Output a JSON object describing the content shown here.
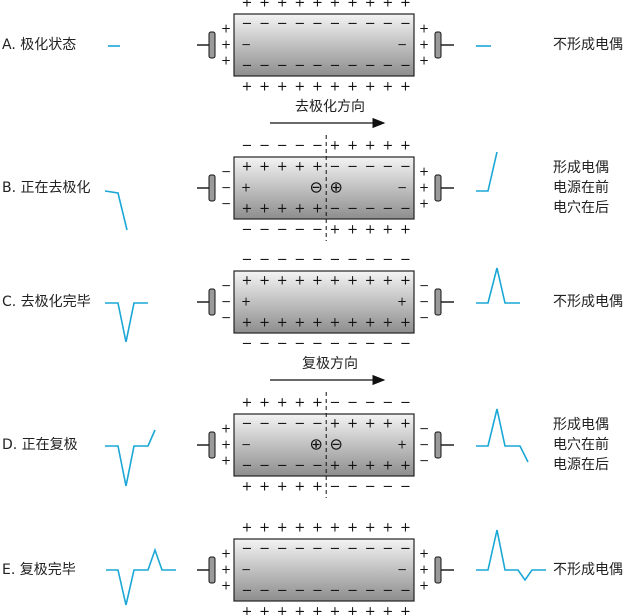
{
  "colors": {
    "wave": "#1aa7d6",
    "cell_top": "#f4f4f4",
    "cell_bottom": "#8d8d8d",
    "text": "#222222",
    "electrode": "#9a9a9a"
  },
  "icons": {
    "electrode": "electrode-icon",
    "dipole_negative": "circled-minus-icon",
    "dipole_positive": "circled-plus-icon",
    "arrow": "arrow-right-icon"
  },
  "rows": [
    {
      "id": "A",
      "label": "A. 极化状态",
      "status": [
        "不形成电偶"
      ],
      "outside": [
        "+",
        "+",
        "+",
        "+",
        "+",
        "+",
        "+",
        "+",
        "+",
        "+"
      ],
      "inside": [
        "−",
        "−",
        "−",
        "−",
        "−",
        "−",
        "−",
        "−",
        "−",
        "−"
      ],
      "ends": {
        "left_out": "+",
        "left_in": "−",
        "right_in": "−",
        "right_out": "+"
      },
      "split_index": null,
      "dipole": null,
      "direction": ""
    },
    {
      "id": "B",
      "label": "B. 正在去极化",
      "status": [
        "形成电偶",
        "电源在前",
        "电穴在后"
      ],
      "outside": [
        "−",
        "−",
        "−",
        "−",
        "−",
        "+",
        "+",
        "+",
        "+",
        "+"
      ],
      "inside": [
        "+",
        "+",
        "+",
        "+",
        "+",
        "−",
        "−",
        "−",
        "−",
        "−"
      ],
      "ends": {
        "left_out": "−",
        "left_in": "+",
        "right_in": "−",
        "right_out": "+"
      },
      "split_index": 5,
      "dipole": {
        "left": "⊖",
        "right": "⊕"
      },
      "direction": "去极化方向"
    },
    {
      "id": "C",
      "label": "C. 去极化完毕",
      "status": [
        "不形成电偶"
      ],
      "outside": [
        "−",
        "−",
        "−",
        "−",
        "−",
        "−",
        "−",
        "−",
        "−",
        "−"
      ],
      "inside": [
        "+",
        "+",
        "+",
        "+",
        "+",
        "+",
        "+",
        "+",
        "+",
        "+"
      ],
      "ends": {
        "left_out": "−",
        "left_in": "+",
        "right_in": "+",
        "right_out": "−"
      },
      "split_index": null,
      "dipole": null,
      "direction": ""
    },
    {
      "id": "D",
      "label": "D. 正在复极",
      "status": [
        "形成电偶",
        "电穴在前",
        "电源在后"
      ],
      "outside": [
        "+",
        "+",
        "+",
        "+",
        "+",
        "−",
        "−",
        "−",
        "−",
        "−"
      ],
      "inside": [
        "−",
        "−",
        "−",
        "−",
        "−",
        "+",
        "+",
        "+",
        "+",
        "+"
      ],
      "ends": {
        "left_out": "+",
        "left_in": "−",
        "right_in": "+",
        "right_out": "−"
      },
      "split_index": 5,
      "dipole": {
        "left": "⊕",
        "right": "⊖"
      },
      "direction": "复极方向"
    },
    {
      "id": "E",
      "label": "E. 复极完毕",
      "status": [
        "不形成电偶"
      ],
      "outside": [
        "+",
        "+",
        "+",
        "+",
        "+",
        "+",
        "+",
        "+",
        "+",
        "+"
      ],
      "inside": [
        "−",
        "−",
        "−",
        "−",
        "−",
        "−",
        "−",
        "−",
        "−",
        "−"
      ],
      "ends": {
        "left_out": "+",
        "left_in": "−",
        "right_in": "−",
        "right_out": "+"
      },
      "split_index": null,
      "dipole": null,
      "direction": ""
    }
  ]
}
